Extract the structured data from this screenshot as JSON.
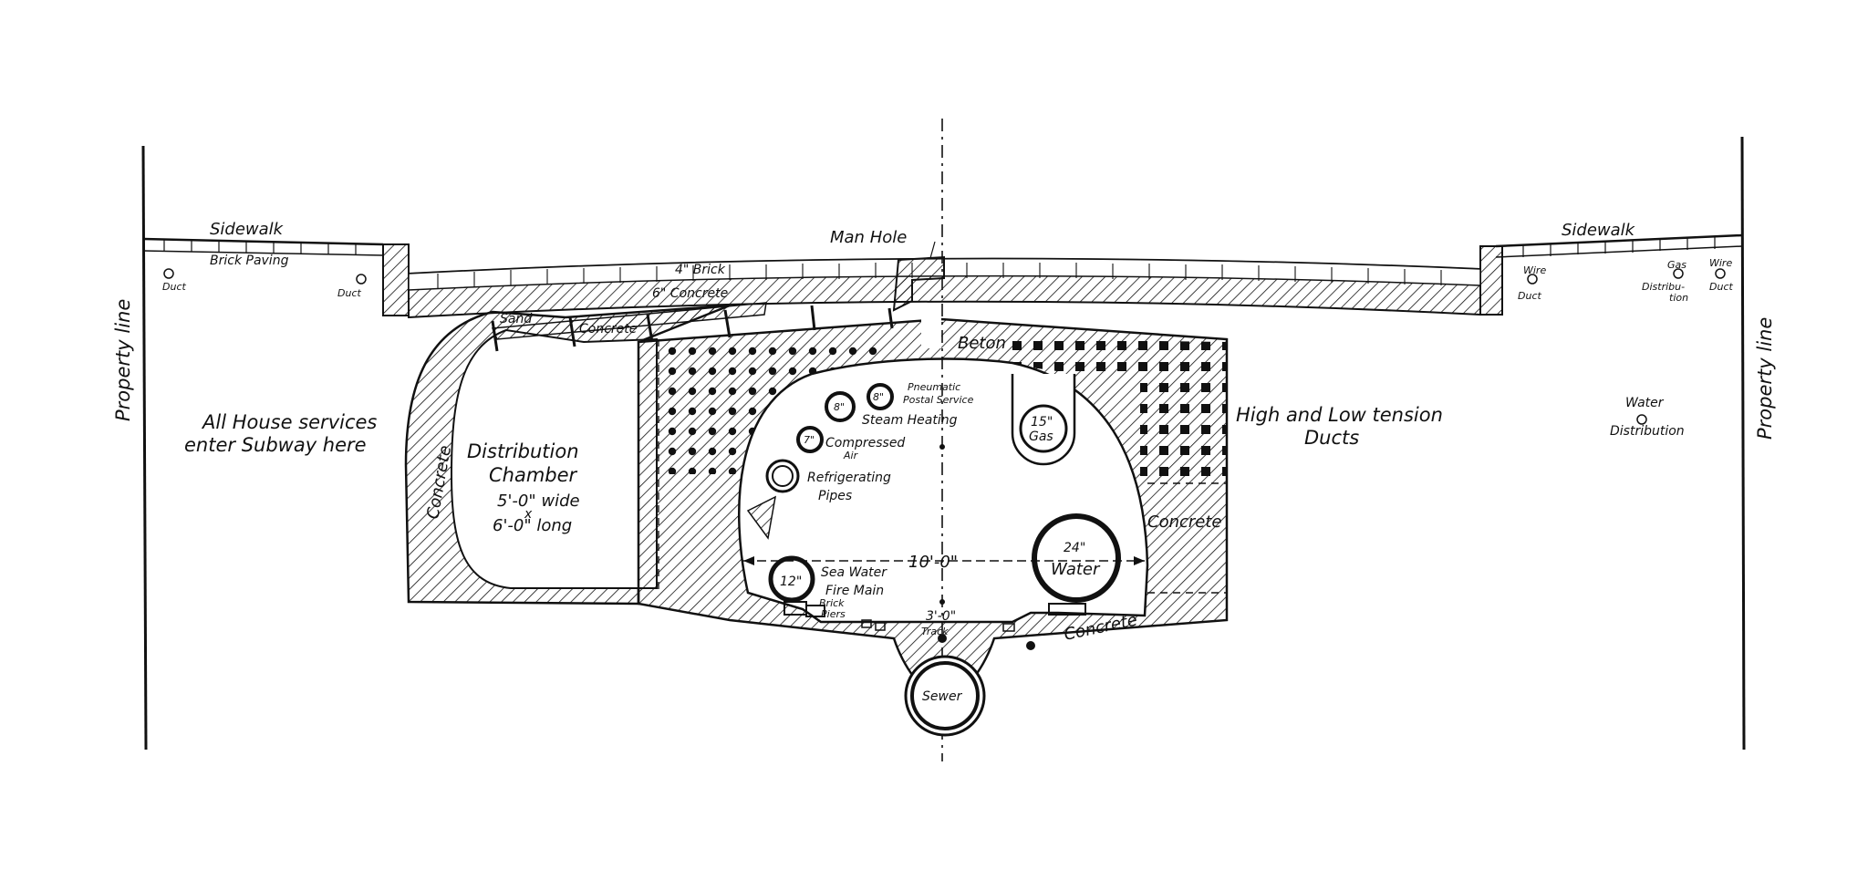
{
  "labels": {
    "property_line_left": "Property line",
    "property_line_right": "Property line",
    "sidewalk_left": "Sidewalk",
    "sidewalk_right": "Sidewalk",
    "brick_paving": "Brick Paving",
    "duct_left_1": "Duct",
    "duct_left_2": "Duct",
    "man_hole": "Man Hole",
    "brick_4": "4\" Brick",
    "concrete_6": "6\" Concrete",
    "sand": "Sand",
    "concrete_top": "Concrete",
    "beton": "Beton",
    "wire_duct_right_1a": "Wire",
    "wire_duct_right_1b": "Duct",
    "gas_dist_a": "Gas",
    "gas_dist_b": "Distribu-",
    "gas_dist_c": "tion",
    "wire_duct_right_2a": "Wire",
    "wire_duct_right_2b": "Duct",
    "house_services_1": "All House services",
    "house_services_2": "enter Subway here",
    "concrete_left": "Concrete",
    "distribution_chamber_1": "Distribution",
    "distribution_chamber_2": "Chamber",
    "chamber_width": "5'-0\" wide",
    "chamber_x": "x",
    "chamber_length": "6'-0\" long",
    "pneumatic_1": "Pneumatic",
    "pneumatic_2": "Postal Service",
    "pneumatic_size": "8\"",
    "steam_heating": "Steam Heating",
    "steam_size": "8\"",
    "compressed_air_1": "Compressed",
    "compressed_air_2": "Air",
    "compressed_size": "7\"",
    "refrigerating_1": "Refrigerating",
    "refrigerating_2": "Pipes",
    "gas_size": "15\"",
    "gas_label": "Gas",
    "high_low_tension_1": "High and Low tension",
    "high_low_tension_2": "Ducts",
    "water_distribution_1": "Water",
    "water_distribution_2": "Distribution",
    "concrete_right": "Concrete",
    "width_dim": "10'-0\"",
    "sea_water_size": "12\"",
    "sea_water_1": "Sea Water",
    "sea_water_2": "Fire Main",
    "water_size": "24\"",
    "water_label": "Water",
    "brick_piers_1": "Brick",
    "brick_piers_2": "Piers",
    "track_dim": "3'-0\"",
    "track": "Track",
    "concrete_bottom": "Concrete",
    "sewer": "Sewer"
  }
}
